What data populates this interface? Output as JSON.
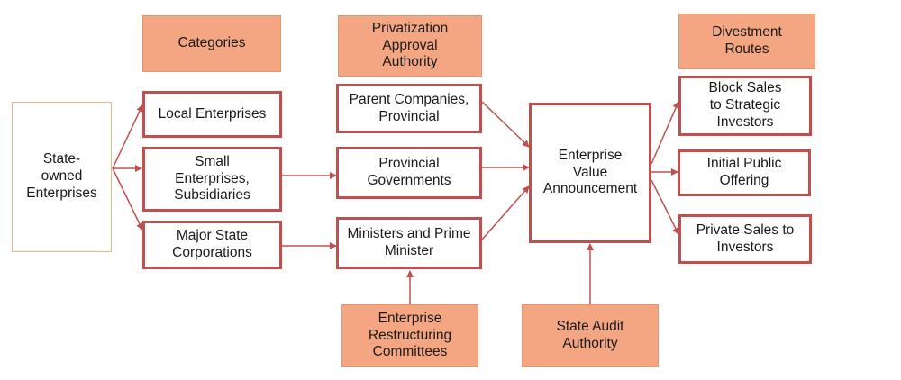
{
  "headers": {
    "categories": "Categories",
    "approval": "Privatization\nApproval\nAuthority",
    "divestment": "Divestment\nRoutes"
  },
  "source": "State-\nowned\nEnterprises",
  "categories": [
    "Local Enterprises",
    "Small\nEnterprises,\nSubsidiaries",
    "Major State\nCorporations"
  ],
  "authorities": [
    "Parent Companies,\nProvincial",
    "Provincial\nGovernments",
    "Ministers and Prime\nMinister"
  ],
  "center": "Enterprise\nValue\nAnnouncement",
  "routes": [
    "Block Sales\nto Strategic\nInvestors",
    "Initial Public\nOffering",
    "Private Sales to\nInvestors"
  ],
  "bottom": {
    "committees": "Enterprise\nRestructuring\nCommittees",
    "audit": "State Audit\nAuthority"
  },
  "colors": {
    "arrow": "#c0504d",
    "header_fill": "#f4a582",
    "box_border": "#c0504d"
  }
}
